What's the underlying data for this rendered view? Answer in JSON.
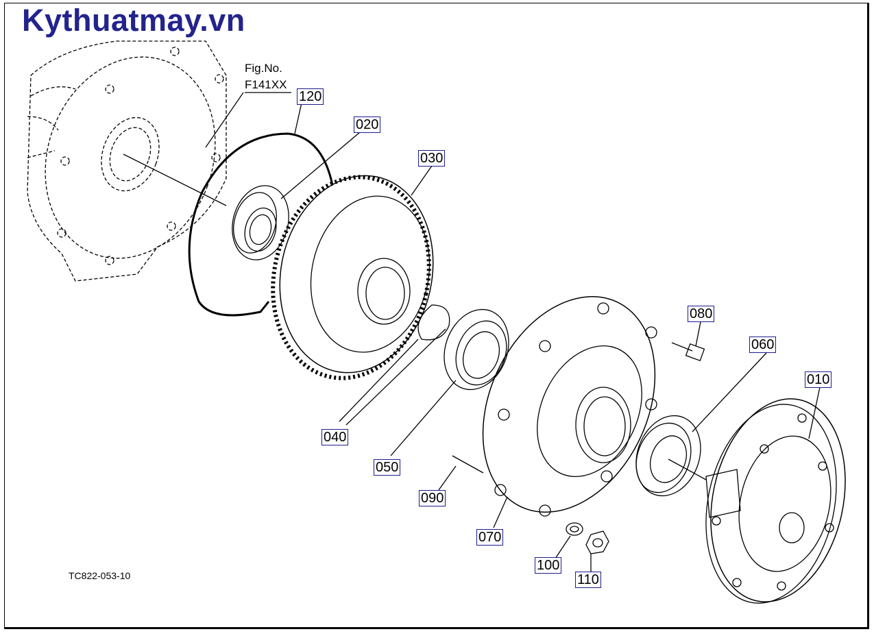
{
  "header": {
    "site_title": "Kythuatmay.vn"
  },
  "figure": {
    "fig_no_label": "Fig.No.",
    "fig_no_value": "F141XX",
    "drawing_code": "TC822-053-10"
  },
  "parts": [
    "120",
    "020",
    "030",
    "080",
    "060",
    "010",
    "040",
    "050",
    "090",
    "070",
    "100",
    "110"
  ],
  "colors": {
    "title": "#23238e",
    "label_border": "#1a1a8c",
    "line": "#000000"
  }
}
